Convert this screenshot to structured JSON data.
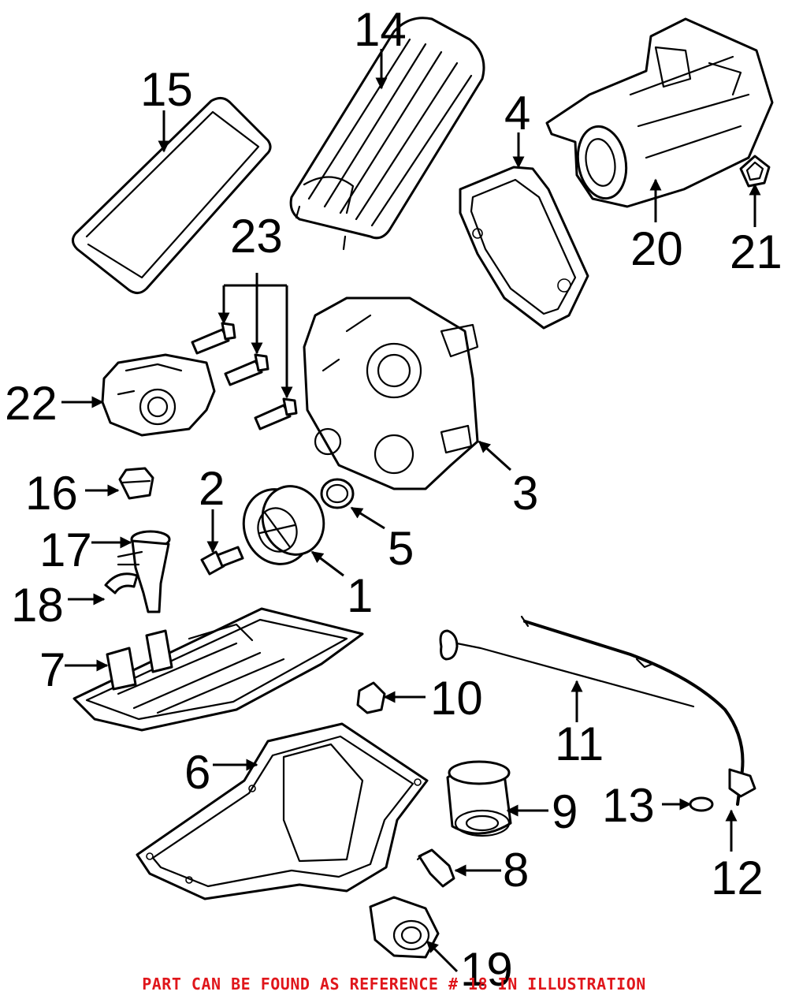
{
  "callouts": [
    {
      "id": "1",
      "label": "1"
    },
    {
      "id": "2",
      "label": "2"
    },
    {
      "id": "3",
      "label": "3"
    },
    {
      "id": "4",
      "label": "4"
    },
    {
      "id": "5",
      "label": "5"
    },
    {
      "id": "6",
      "label": "6"
    },
    {
      "id": "7",
      "label": "7"
    },
    {
      "id": "8",
      "label": "8"
    },
    {
      "id": "9",
      "label": "9"
    },
    {
      "id": "10",
      "label": "10"
    },
    {
      "id": "11",
      "label": "11"
    },
    {
      "id": "12",
      "label": "12"
    },
    {
      "id": "13",
      "label": "13"
    },
    {
      "id": "14",
      "label": "14"
    },
    {
      "id": "15",
      "label": "15"
    },
    {
      "id": "16",
      "label": "16"
    },
    {
      "id": "17",
      "label": "17"
    },
    {
      "id": "18",
      "label": "18"
    },
    {
      "id": "19",
      "label": "19"
    },
    {
      "id": "20",
      "label": "20"
    },
    {
      "id": "21",
      "label": "21"
    },
    {
      "id": "22",
      "label": "22"
    },
    {
      "id": "23",
      "label": "23"
    }
  ],
  "footer_note": "PART CAN BE FOUND AS REFERENCE # 18 IN ILLUSTRATION",
  "colors": {
    "note": "#e0161b",
    "line": "#000000",
    "background": "#ffffff"
  }
}
